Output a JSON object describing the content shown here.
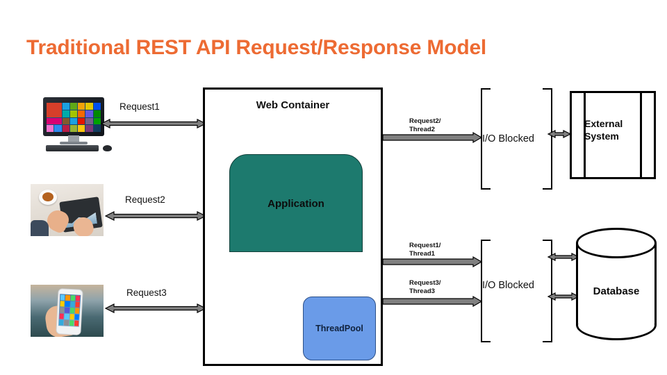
{
  "page": {
    "title": "Traditional REST API Request/Response Model",
    "title_color": "#ED6B33",
    "background": "#FFFFFF"
  },
  "diagram": {
    "type": "architecture-flow",
    "web_container": {
      "label": "Web Container",
      "border_color": "#000000",
      "fill": "#FFFFFF",
      "children": [
        {
          "id": "application",
          "label": "Application",
          "fill": "#1D7A6E",
          "shape": "rounded-top-rectangle"
        },
        {
          "id": "threadpool",
          "label": "ThreadPool",
          "fill": "#6A9BE8",
          "shape": "rounded-rectangle"
        }
      ]
    },
    "clients": [
      {
        "id": "desktop",
        "icon": "desktop-computer-image",
        "request_label": "Request1"
      },
      {
        "id": "tablet",
        "icon": "tablet-hands-photo",
        "request_label": "Request2"
      },
      {
        "id": "phone",
        "icon": "smartphone-hand-photo",
        "request_label": "Request3"
      }
    ],
    "backends": [
      {
        "id": "external-system",
        "label": "External System",
        "shape": "node-box",
        "blocked_label": "I/O Blocked",
        "threads": [
          {
            "request": "Request2/",
            "thread": "Thread2"
          }
        ]
      },
      {
        "id": "database",
        "label": "Database",
        "shape": "cylinder",
        "blocked_label": "I/O Blocked",
        "threads": [
          {
            "request": "Request1/",
            "thread": "Thread1"
          },
          {
            "request": "Request3/",
            "thread": "Thread3"
          }
        ]
      }
    ],
    "arrow_style": {
      "fill": "#808080",
      "stroke": "#000000",
      "double_headed": true
    }
  }
}
